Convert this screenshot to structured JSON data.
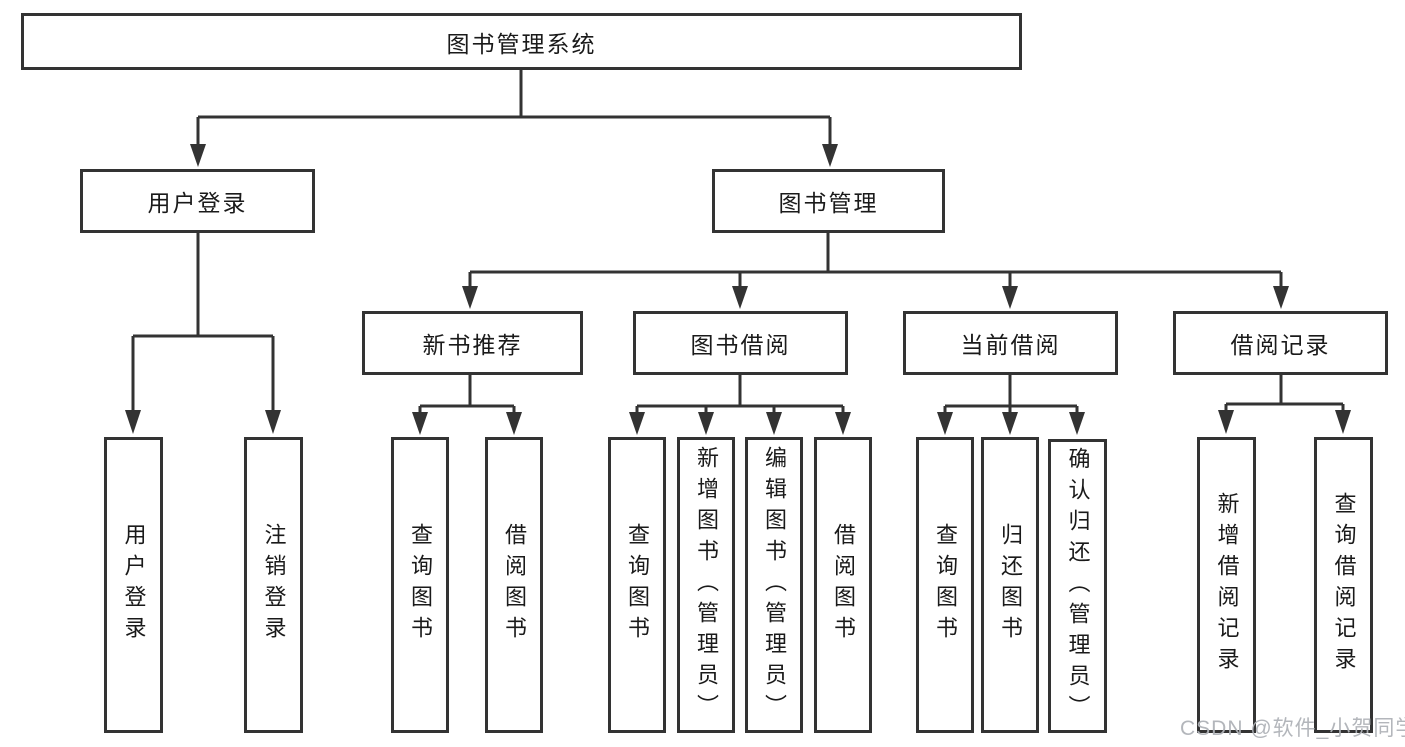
{
  "meta": {
    "background_color": "#ffffff",
    "line_color": "#333333",
    "text_color": "#1a1a1a",
    "watermark_color": "#afb2b7"
  },
  "watermark": "CSDN @软件_小贺同学",
  "nodes": {
    "root": "图书管理系统",
    "level2": {
      "user_login": "用户登录",
      "book_management": "图书管理"
    },
    "level3": {
      "new_book_rec": "新书推荐",
      "book_borrow": "图书借阅",
      "current_borrow": "当前借阅",
      "borrow_record": "借阅记录"
    },
    "leaves": {
      "login": "用户登录",
      "logout": "注销登录",
      "nb_query": "查询图书",
      "nb_borrow": "借阅图书",
      "bb_query": "查询图书",
      "bb_add": "新增图书（管理员）",
      "bb_edit": "编辑图书（管理员）",
      "bb_borrow": "借阅图书",
      "cb_query": "查询图书",
      "cb_return": "归还图书",
      "cb_confirm": "确认归还（管理员）",
      "br_add": "新增借阅记录",
      "br_query": "查询借阅记录"
    }
  }
}
